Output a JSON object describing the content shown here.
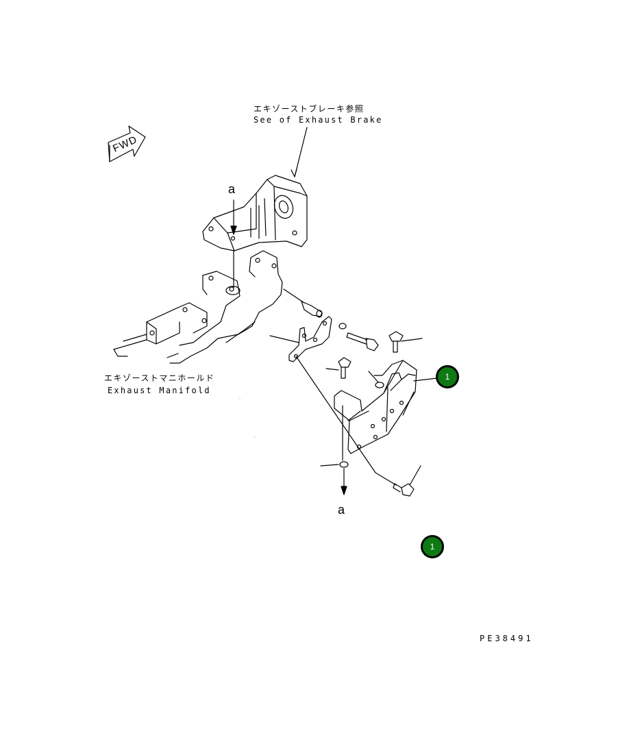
{
  "labels": {
    "exhaust_brake_jp": "エキゾーストブレーキ参照",
    "exhaust_brake_en": "See of Exhaust Brake",
    "manifold_jp": "エキゾーストマニホールド",
    "manifold_en": "Exhaust Manifold",
    "fwd": "FWD",
    "ref_top": "a",
    "ref_bottom": "a",
    "drawing_number": "PE38491"
  },
  "callouts": [
    {
      "number": "1"
    },
    {
      "number": "1"
    }
  ],
  "colors": {
    "line": "#000000",
    "callout_fill": "#0f7a13",
    "callout_text": "#ffffff",
    "background": "#ffffff"
  }
}
